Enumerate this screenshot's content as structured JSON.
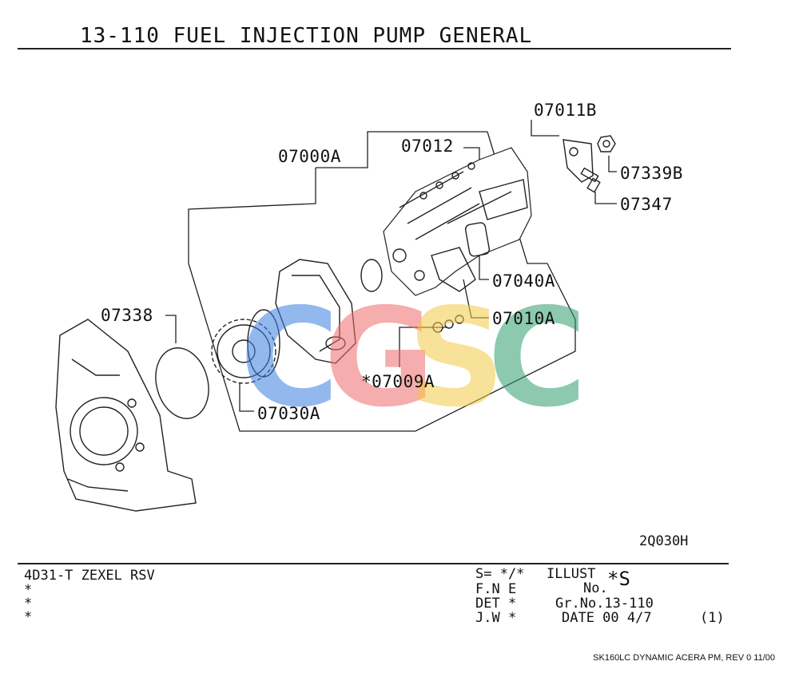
{
  "title": "13-110 FUEL INJECTION PUMP GENERAL",
  "parts": {
    "p07011B": "07011B",
    "p07012": "07012",
    "p07000A": "07000A",
    "p07339B": "07339B",
    "p07347": "07347",
    "p07040A": "07040A",
    "p07338": "07338",
    "p07010A": "07010A",
    "p07009A": "*07009A",
    "p07030A": "07030A"
  },
  "illustration_code": "2Q030H",
  "footer": {
    "model": "4D31-T ZEXEL RSV",
    "star1": "*",
    "star2": "*",
    "star3": "*",
    "s_line": "S= */*",
    "fne": "F.N E",
    "det": "DET *",
    "jw": "J.W *",
    "illust_label": "ILLUST",
    "no_label": "No.",
    "illust_no": "*S",
    "gr_no": "Gr.No.13-110",
    "date": "DATE 00 4/7",
    "page": "(1)"
  },
  "watermark": {
    "letters": [
      "C",
      "G",
      "S",
      "C"
    ],
    "colors": [
      "#3b7fe0",
      "#ef6b6b",
      "#f3c945",
      "#2f9e6e"
    ]
  },
  "doc_ref": "SK160LC DYNAMIC ACERA PM, REV 0 11/00"
}
